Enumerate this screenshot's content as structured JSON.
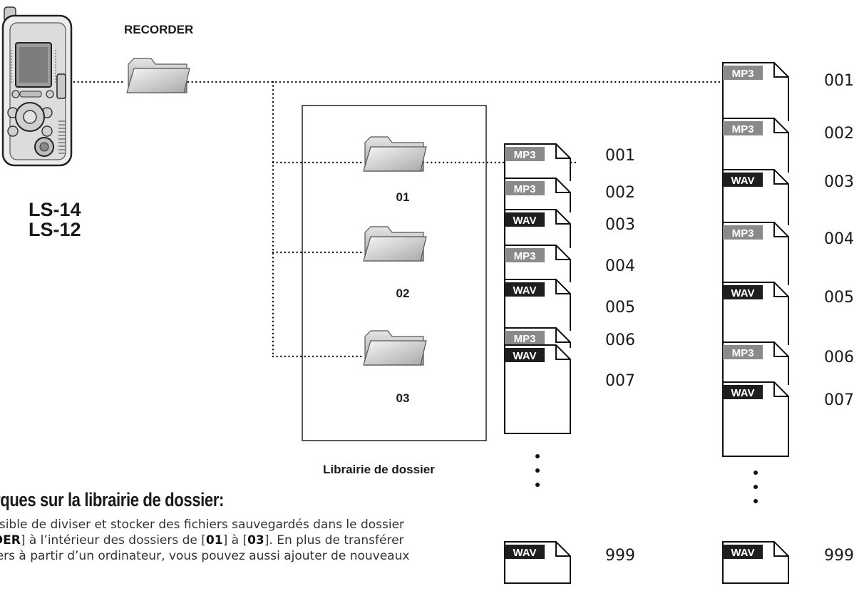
{
  "device": {
    "models": [
      "LS-14",
      "LS-12"
    ]
  },
  "root_folder": {
    "label": "RECORDER"
  },
  "library": {
    "caption": "Librairie de dossier",
    "folders": [
      "01",
      "02",
      "03"
    ]
  },
  "file_columns": [
    {
      "files": [
        {
          "type": "MP3",
          "number": "001"
        },
        {
          "type": "MP3",
          "number": "002"
        },
        {
          "type": "WAV",
          "number": "003"
        },
        {
          "type": "MP3",
          "number": "004"
        },
        {
          "type": "WAV",
          "number": "005"
        },
        {
          "type": "MP3",
          "number": "006"
        },
        {
          "type": "WAV",
          "number": "007"
        }
      ],
      "last_file": {
        "type": "WAV",
        "number": "999"
      }
    },
    {
      "files": [
        {
          "type": "MP3",
          "number": "001"
        },
        {
          "type": "MP3",
          "number": "002"
        },
        {
          "type": "WAV",
          "number": "003"
        },
        {
          "type": "MP3",
          "number": "004"
        },
        {
          "type": "WAV",
          "number": "005"
        },
        {
          "type": "MP3",
          "number": "006"
        },
        {
          "type": "WAV",
          "number": "007"
        }
      ],
      "last_file": {
        "type": "WAV",
        "number": "999"
      }
    }
  ],
  "badge_colors": {
    "MP3": "#8a8a8a",
    "WAV": "#1e1e1e"
  },
  "notes": {
    "title": "rques sur la librairie de dossier:",
    "line1": "ssible de diviser et stocker des fichiers sauvegardés dans le dossier",
    "line2_pre": "DER",
    "line2_mid1": "] à l’intérieur des dossiers de [",
    "line2_b1": "01",
    "line2_mid2": "] à [",
    "line2_b2": "03",
    "line2_post": "]. En plus de transférer",
    "line3": "iers à partir d’un ordinateur, vous pouvez aussi ajouter de nouveaux"
  }
}
